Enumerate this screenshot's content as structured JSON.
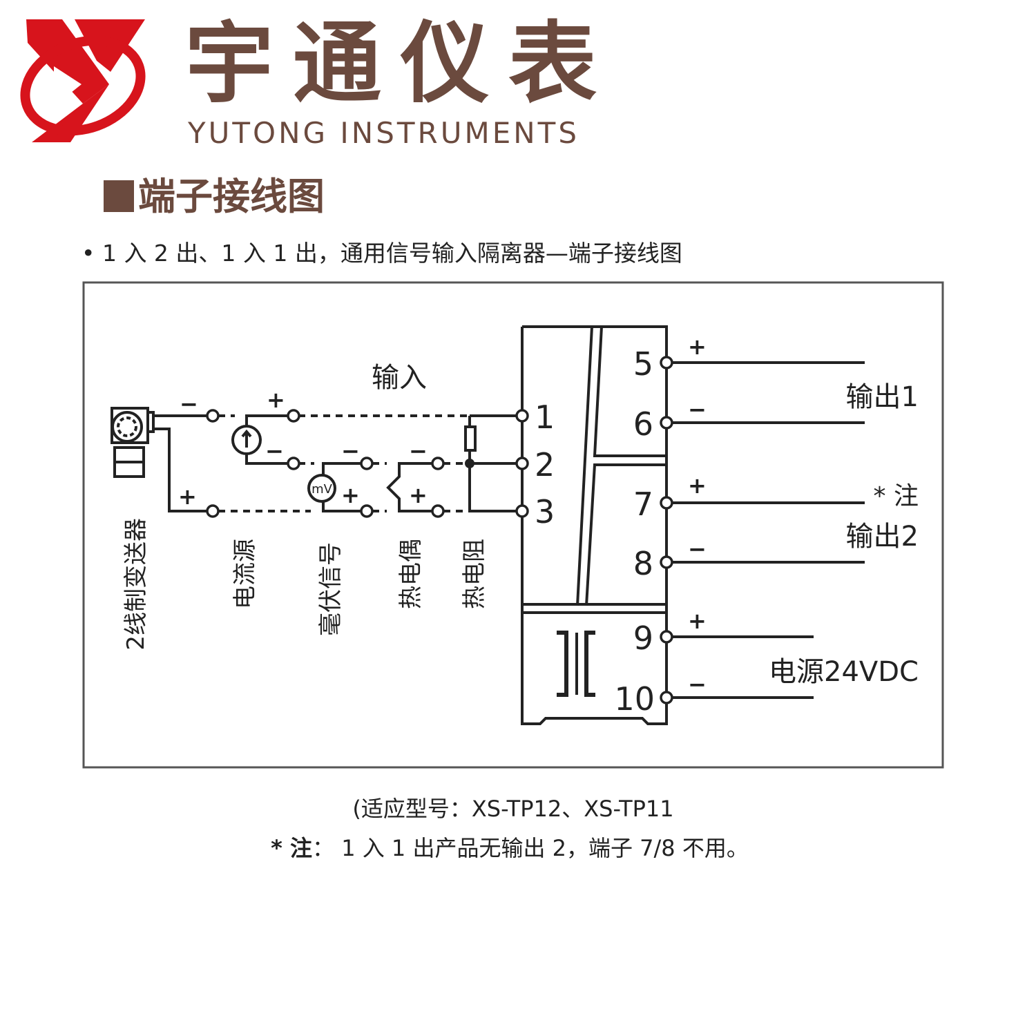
{
  "brand": {
    "name_cn": "宇通仪表",
    "name_en": "YUTONG INSTRUMENTS",
    "colors": {
      "red": "#d7141c",
      "brown": "#6b4a3e"
    }
  },
  "section_title": "端子接线图",
  "subtitle": "• 1 入 2 出、1 入 1 出，通用信号输入隔离器—端子接线图",
  "diagram": {
    "input_label": "输入",
    "sources": [
      "2线制变送器",
      "电流源",
      "毫伏信号",
      "热电偶",
      "热电阻"
    ],
    "mv_symbol": "mV",
    "plus": "+",
    "minus": "−",
    "input_terminals": [
      "1",
      "2",
      "3"
    ],
    "output_terminals": [
      "5",
      "6",
      "7",
      "8",
      "9",
      "10"
    ],
    "output1_label": "输出1",
    "output2_note": "* 注",
    "output2_label": "输出2",
    "power_label": "电源24VDC"
  },
  "caption": {
    "models": "(适应型号：XS-TP12、XS-TP11",
    "note_prefix": "* 注",
    "note_colon": "：",
    "note_text": " 1 入 1 出产品无输出 2，端子 7/8 不用。"
  }
}
